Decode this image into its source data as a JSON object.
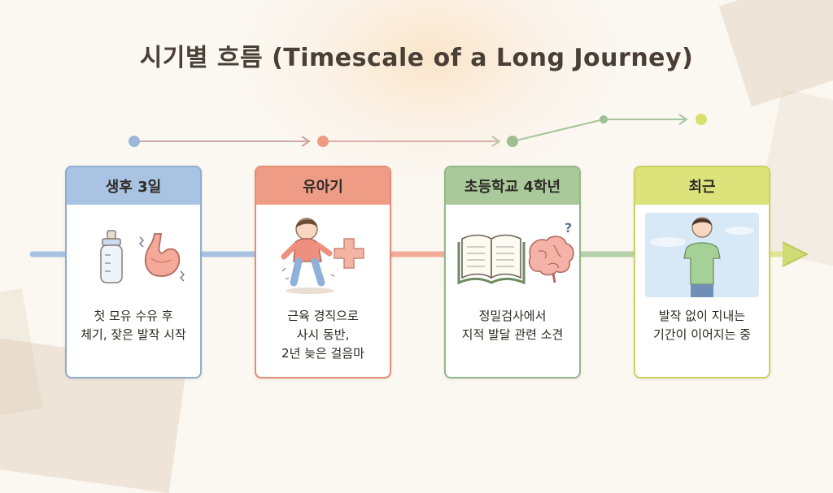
{
  "title": "시기별 흐름 (Timescale of a Long Journey)",
  "colors": {
    "blue": "#9bb8da",
    "red": "#ee9a86",
    "green": "#a6c69c",
    "lime": "#d9e27a"
  },
  "stages": [
    {
      "header": "생후 3일",
      "text": "첫 모유 수유 후\n체기, 잦은 발작 시작",
      "icons": [
        "baby-bottle-icon",
        "stomach-icon"
      ]
    },
    {
      "header": "유아기",
      "text": "근육 경직으로\n사시 동반,\n2년 늦은 걸음마",
      "icons": [
        "toddler-walking-icon",
        "medical-cross-icon"
      ]
    },
    {
      "header": "초등학교 4학년",
      "text": "정밀검사에서\n지적 발달 관련 소견",
      "icons": [
        "open-book-icon",
        "brain-icon"
      ]
    },
    {
      "header": "최근",
      "text": "발작 없이 지내는\n기간이 이어지는 중",
      "icons": [
        "child-portrait-icon"
      ]
    }
  ]
}
